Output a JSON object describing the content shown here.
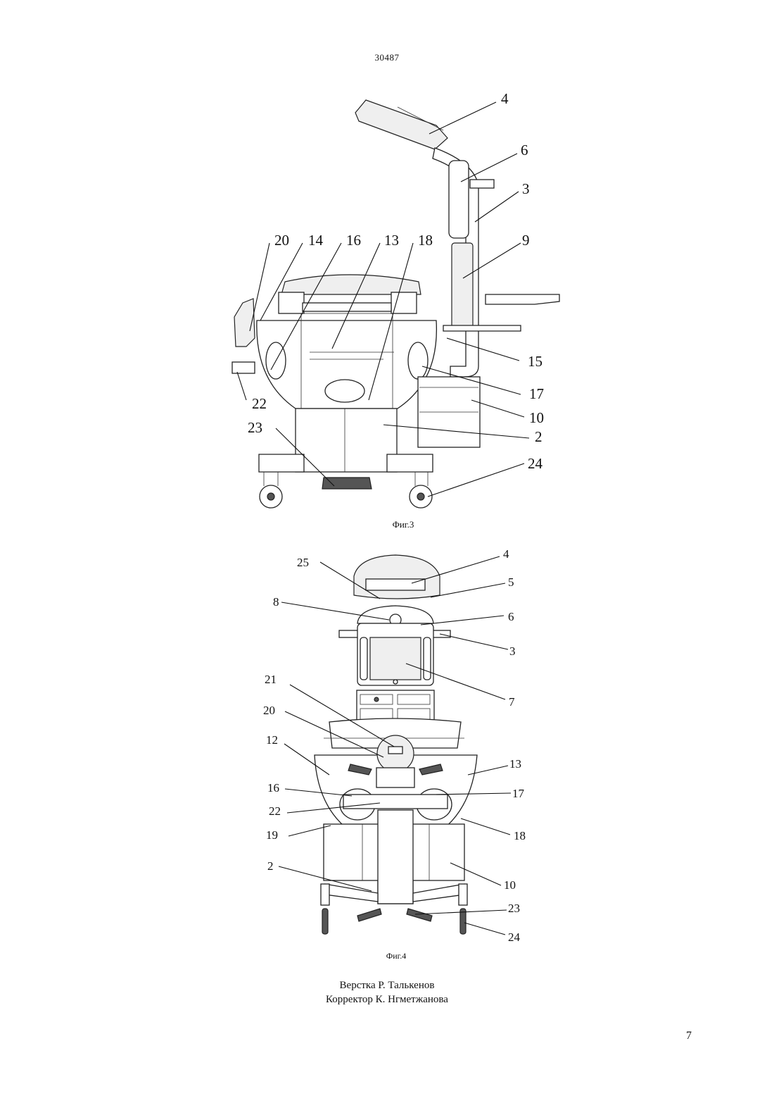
{
  "header": {
    "patent_number": "30487"
  },
  "figures": [
    {
      "caption": "Фиг.3",
      "callouts": [
        "4",
        "6",
        "3",
        "20",
        "14",
        "16",
        "13",
        "18",
        "9",
        "15",
        "22",
        "17",
        "10",
        "23",
        "2",
        "24"
      ]
    },
    {
      "caption": "Фиг.4",
      "callouts": [
        "25",
        "4",
        "5",
        "8",
        "6",
        "3",
        "7",
        "21",
        "20",
        "12",
        "13",
        "16",
        "17",
        "22",
        "19",
        "18",
        "2",
        "10",
        "23",
        "24"
      ]
    }
  ],
  "footer": {
    "layout_credit": "Верстка Р. Талькенов",
    "proofreader_credit": "Корректор К. Нгметжанова",
    "page_number": "7"
  }
}
